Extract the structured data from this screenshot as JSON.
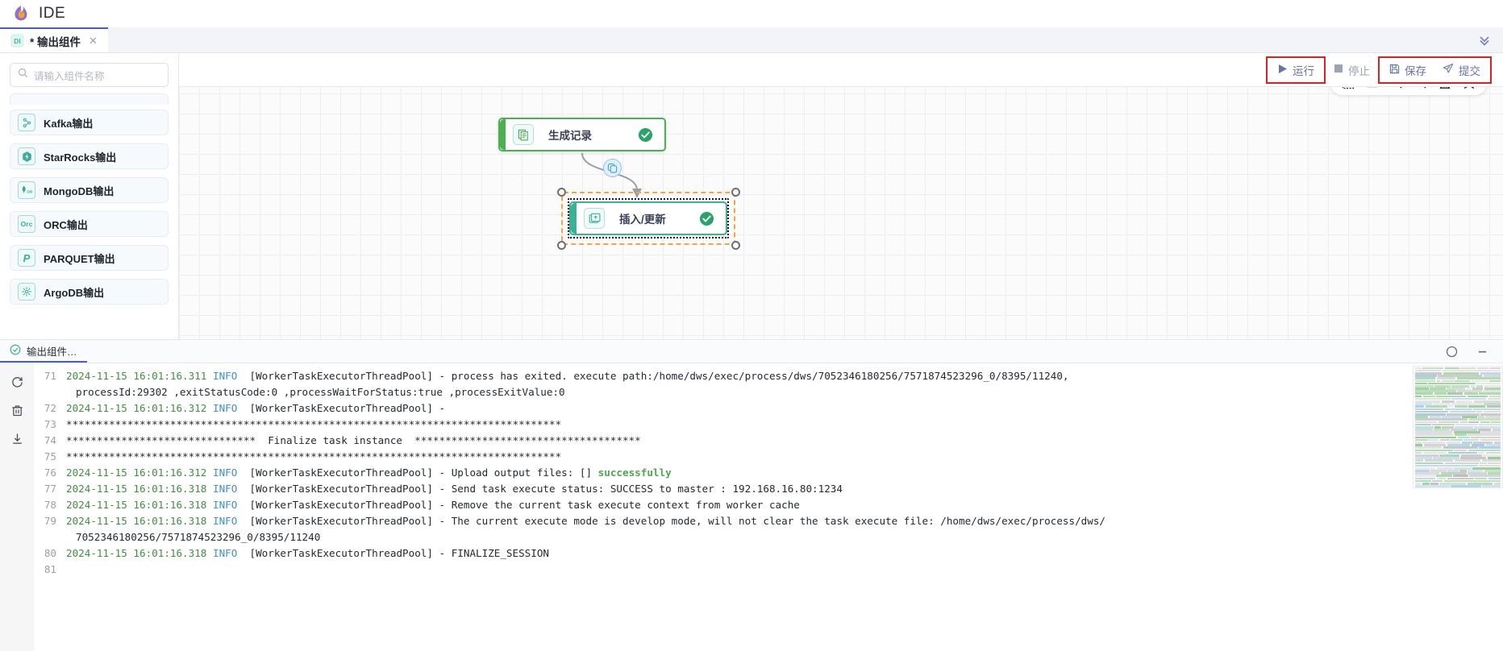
{
  "app": {
    "title": "IDE",
    "logo_icon": "flame-logo-icon"
  },
  "tabbar": {
    "tabs": [
      {
        "badge": "DI",
        "label": "* 输出组件",
        "close_icon": "close-icon"
      }
    ],
    "collapse_icon": "chevron-double-down-icon"
  },
  "sidebar": {
    "search": {
      "placeholder": "请输入组件名称",
      "icon": "search-icon"
    },
    "items": [
      {
        "label": "Kafka输出",
        "icon": "kafka-icon",
        "glyph": "⧉"
      },
      {
        "label": "StarRocks输出",
        "icon": "starrocks-icon",
        "glyph": "✦"
      },
      {
        "label": "MongoDB输出",
        "icon": "mongodb-icon",
        "glyph": "DB"
      },
      {
        "label": "ORC输出",
        "icon": "orc-icon",
        "glyph": "Orc"
      },
      {
        "label": "PARQUET输出",
        "icon": "parquet-icon",
        "glyph": "P"
      },
      {
        "label": "ArgoDB输出",
        "icon": "argodb-icon",
        "glyph": "✳"
      }
    ]
  },
  "actionbar": {
    "run": {
      "label": "运行",
      "icon": "play-icon",
      "highlighted": true
    },
    "stop": {
      "label": "停止",
      "icon": "stop-square-icon",
      "disabled": true
    },
    "save": {
      "label": "保存",
      "icon": "floppy-disk-icon"
    },
    "submit": {
      "label": "提交",
      "icon": "paper-plane-icon"
    },
    "highlight_color": "#e02020"
  },
  "canvas_tools": [
    {
      "name": "marquee-select-icon"
    },
    {
      "name": "fit-view-icon"
    },
    {
      "name": "zoom-in-icon"
    },
    {
      "name": "zoom-out-icon"
    },
    {
      "name": "locate-icon"
    },
    {
      "name": "bookmark-icon"
    }
  ],
  "flow": {
    "nodes": [
      {
        "id": "generate",
        "label": "生成记录",
        "icon": "copy-records-icon",
        "status": "success",
        "accent": "#4caf50"
      },
      {
        "id": "insert",
        "label": "插入/更新",
        "icon": "insert-update-icon",
        "status": "success",
        "accent": "#3bb196",
        "selected": true
      }
    ],
    "edge_badge_icon": "link-node-icon"
  },
  "logpanel": {
    "tab": {
      "label": "输出组件…",
      "icon": "check-circle-icon"
    },
    "header_icons": [
      {
        "name": "refresh-circle-icon"
      },
      {
        "name": "minimize-icon"
      }
    ],
    "gutter_icons": [
      {
        "name": "reload-icon"
      },
      {
        "name": "trash-icon"
      },
      {
        "name": "download-icon"
      }
    ],
    "lines": [
      {
        "no": "71",
        "parts": [
          {
            "t": "2024-11-15 16:01:16.311 ",
            "c": "c-date"
          },
          {
            "t": "INFO ",
            "c": "c-info"
          },
          {
            "t": " [WorkerTaskExecutorThreadPool] - process has exited. execute path:/home/dws/exec/process/dws/7052346180256/7571874523296_0/8395/11240,",
            "c": "lt"
          }
        ],
        "cont": "processId:29302 ,exitStatusCode:0 ,processWaitForStatus:true ,processExitValue:0"
      },
      {
        "no": "72",
        "parts": [
          {
            "t": "2024-11-15 16:01:16.312 ",
            "c": "c-date"
          },
          {
            "t": "INFO ",
            "c": "c-info"
          },
          {
            "t": " [WorkerTaskExecutorThreadPool] - ",
            "c": "lt"
          }
        ]
      },
      {
        "no": "73",
        "parts": [
          {
            "t": "*********************************************************************************",
            "c": "lt"
          }
        ]
      },
      {
        "no": "74",
        "parts": [
          {
            "t": "*******************************  Finalize task instance  *************************************",
            "c": "lt"
          }
        ]
      },
      {
        "no": "75",
        "parts": [
          {
            "t": "*********************************************************************************",
            "c": "lt"
          }
        ]
      },
      {
        "no": "76",
        "parts": [
          {
            "t": "2024-11-15 16:01:16.312 ",
            "c": "c-date"
          },
          {
            "t": "INFO ",
            "c": "c-info"
          },
          {
            "t": " [WorkerTaskExecutorThreadPool] - Upload output files: [] ",
            "c": "lt"
          },
          {
            "t": "successfully",
            "c": "c-ok"
          }
        ]
      },
      {
        "no": "77",
        "parts": [
          {
            "t": "2024-11-15 16:01:16.318 ",
            "c": "c-date"
          },
          {
            "t": "INFO ",
            "c": "c-info"
          },
          {
            "t": " [WorkerTaskExecutorThreadPool] - Send task execute status: SUCCESS to master : 192.168.16.80:1234",
            "c": "lt"
          }
        ]
      },
      {
        "no": "78",
        "parts": [
          {
            "t": "2024-11-15 16:01:16.318 ",
            "c": "c-date"
          },
          {
            "t": "INFO ",
            "c": "c-info"
          },
          {
            "t": " [WorkerTaskExecutorThreadPool] - Remove the current task execute context from worker cache",
            "c": "lt"
          }
        ]
      },
      {
        "no": "79",
        "parts": [
          {
            "t": "2024-11-15 16:01:16.318 ",
            "c": "c-date"
          },
          {
            "t": "INFO ",
            "c": "c-info"
          },
          {
            "t": " [WorkerTaskExecutorThreadPool] - The current execute mode is develop mode, will not clear the task execute file: /home/dws/exec/process/dws/",
            "c": "lt"
          }
        ],
        "cont": "7052346180256/7571874523296_0/8395/11240"
      },
      {
        "no": "80",
        "parts": [
          {
            "t": "2024-11-15 16:01:16.318 ",
            "c": "c-date"
          },
          {
            "t": "INFO ",
            "c": "c-info"
          },
          {
            "t": " [WorkerTaskExecutorThreadPool] - FINALIZE_SESSION",
            "c": "lt"
          }
        ]
      },
      {
        "no": "81",
        "parts": []
      }
    ],
    "minimap_name": "code-minimap"
  }
}
